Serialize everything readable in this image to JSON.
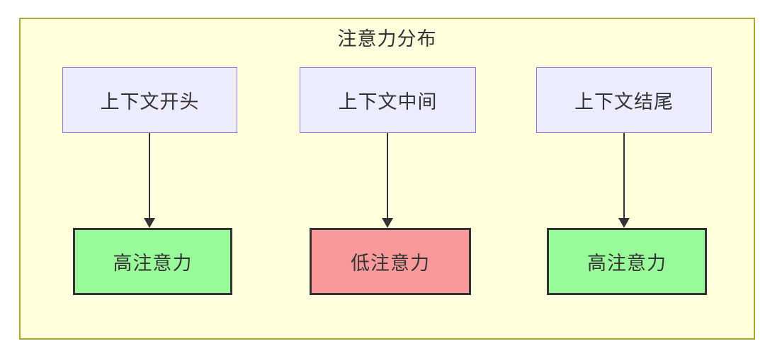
{
  "diagram": {
    "title": "注意力分布",
    "colors": {
      "page_bg": "#ffffff",
      "frame_bg": "#ffffde",
      "frame_border": "#aaaa33",
      "context_fill": "#ececff",
      "context_border": "#9370db",
      "high_attention_fill": "#99fa99",
      "low_attention_fill": "#fa9999",
      "attention_border": "#333333",
      "arrow": "#333333",
      "text": "#333333"
    },
    "columns": [
      {
        "source": "上下文开头",
        "target": "高注意力",
        "level": "high"
      },
      {
        "source": "上下文中间",
        "target": "低注意力",
        "level": "low"
      },
      {
        "source": "上下文结尾",
        "target": "高注意力",
        "level": "high"
      }
    ]
  }
}
